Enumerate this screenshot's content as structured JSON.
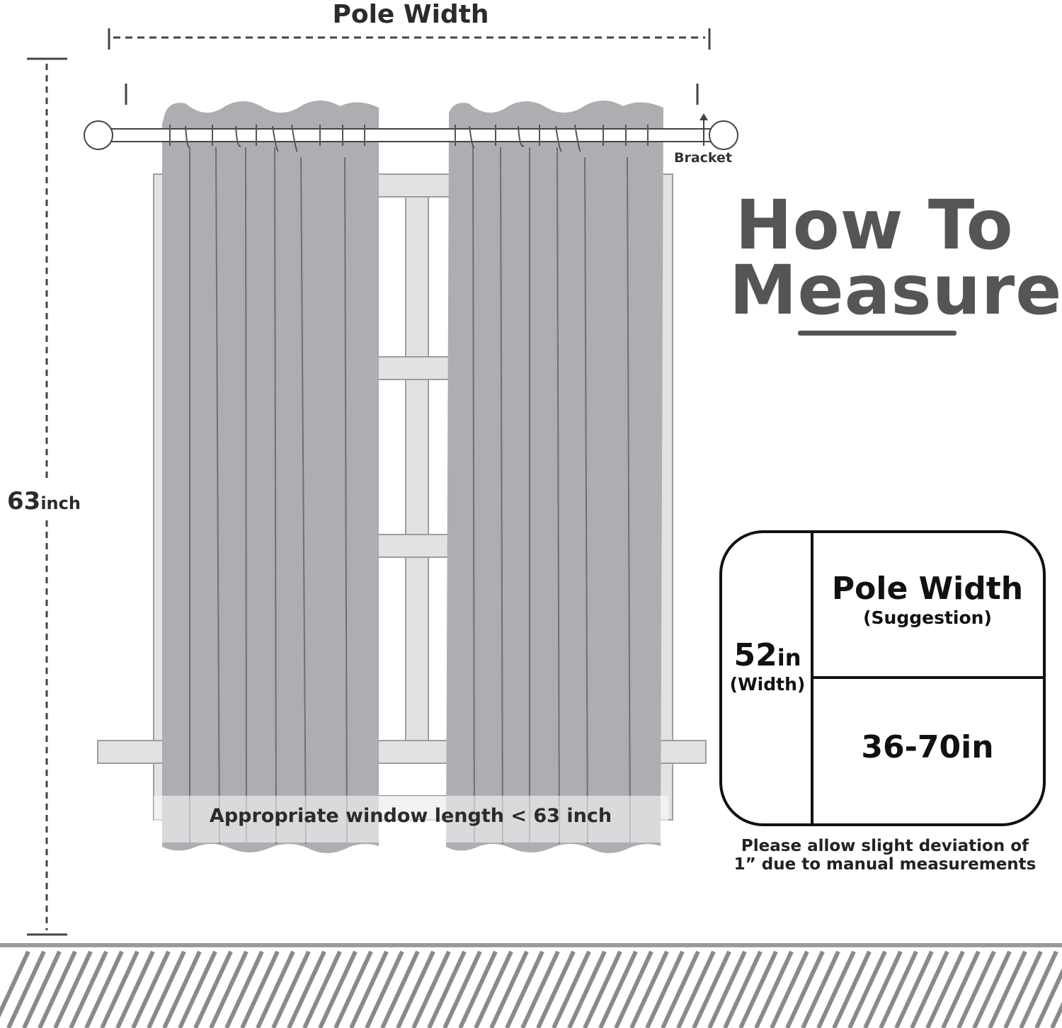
{
  "diagram": {
    "pole_width_label": "Pole Width",
    "bracket_label": "Bracket",
    "height_value": "63",
    "height_unit": "inch",
    "title_line1": "How To",
    "title_line2": "Measure",
    "window_note": "Appropriate window length < 63 inch",
    "table": {
      "width_value": "52",
      "width_unit": "in",
      "width_caption": "(Width)",
      "pole_width_header": "Pole Width",
      "pole_width_caption": "(Suggestion)",
      "pole_width_range": "36-70in"
    },
    "footnote_line1": "Please allow slight deviation of",
    "footnote_line2": "1” due to manual measurements"
  },
  "colors": {
    "curtain": "#adaeb1",
    "curtain_pleat": "#6f7073",
    "window_frame": "#e2e2e2",
    "frame_stroke": "#9e9e9e",
    "rod": "#ffffff",
    "outline": "#444444",
    "title_text": "#555555",
    "floor_stripe": "#8a8a8a"
  }
}
